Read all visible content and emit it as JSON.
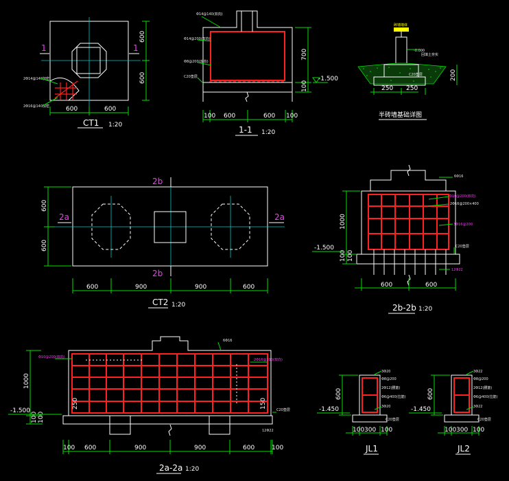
{
  "colors": {
    "outline": "#ffffff",
    "dimension": "#00e000",
    "rebar": "#ff2020",
    "callout": "#ff33ff",
    "centerline": "#00c8c8"
  },
  "ct1": {
    "title": "CT1",
    "scale": "1:20",
    "section_mark": "1",
    "dims": {
      "h": [
        "600",
        "600"
      ],
      "v": [
        "600",
        "600"
      ]
    },
    "notes": [
      "2Φ14@140加密",
      "2Φ16@140加密"
    ]
  },
  "s11": {
    "title": "1-1",
    "scale": "1:20",
    "dims": {
      "h": [
        "100",
        "600",
        "600",
        "100"
      ],
      "v_height": "700",
      "v_base": "100",
      "elev": "-1.500"
    },
    "notes": [
      "Φ14@140(双向)",
      "Φ14@200(双向)",
      "Φ8@200(双向)",
      "C20垫层"
    ]
  },
  "detail": {
    "title": "半砖墙基础详图",
    "dims": [
      "250",
      "250",
      "200"
    ],
    "notes": [
      "砖墙墙体",
      "-0.000",
      "C20垫层",
      "回填土夯实"
    ]
  },
  "ct2": {
    "title": "CT2",
    "scale": "1:20",
    "marks": {
      "a": "2a",
      "b": "2b"
    },
    "dims": {
      "h": [
        "600",
        "900",
        "900",
        "600"
      ],
      "v": [
        "600",
        "600"
      ]
    }
  },
  "s2b": {
    "title": "2b-2b",
    "scale": "1:20",
    "dims": {
      "h": [
        "600",
        "600"
      ],
      "v": "1000",
      "elev": "-1.500",
      "v_base": [
        "100",
        "100"
      ]
    },
    "notes": [
      "6Φ16",
      "Φ10@200(双向)",
      "2Φ16@200×400",
      "3Φ16@200",
      "C20垫层",
      "12Φ22"
    ]
  },
  "s2a": {
    "title": "2a-2a",
    "scale": "1:20",
    "dims": {
      "h": [
        "100",
        "600",
        "900",
        "900",
        "600",
        "100"
      ],
      "v": "1000",
      "elev": "-1.500",
      "v_base": [
        "100",
        "100"
      ]
    },
    "notes": [
      "6Φ16",
      "Φ10@200(双向)",
      "2Φ16@200(双向)",
      "C20垫层",
      "12Φ22",
      "250",
      "150"
    ]
  },
  "jl1": {
    "title": "JL1",
    "dims": {
      "h": [
        "100",
        "300",
        "100"
      ],
      "v": "600",
      "elev": "-1.450"
    },
    "notes": [
      "3Φ20",
      "Φ8@200",
      "2Φ12(腰筋)",
      "Φ6@400(拉筋)",
      "3Φ20",
      "C20垫层"
    ]
  },
  "jl2": {
    "title": "JL2",
    "dims": {
      "h": [
        "100",
        "300",
        "100"
      ],
      "v": "600",
      "elev": "-1.450"
    },
    "notes": [
      "3Φ22",
      "Φ8@200",
      "2Φ12(腰筋)",
      "Φ6@400(拉筋)",
      "3Φ22",
      "C20垫层"
    ]
  }
}
